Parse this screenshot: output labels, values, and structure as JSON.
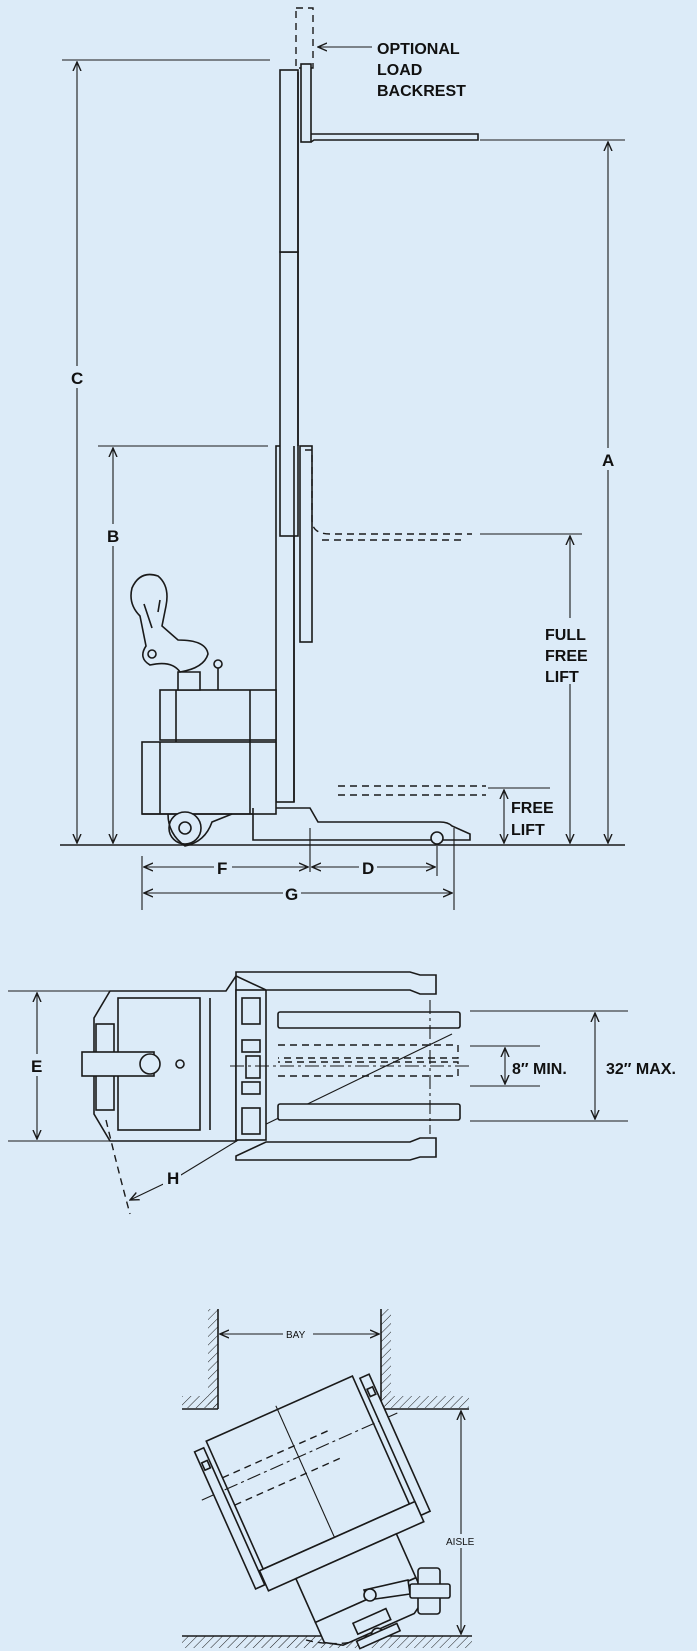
{
  "side_view": {
    "optional_backrest_label": [
      "OPTIONAL",
      "LOAD",
      "BACKREST"
    ],
    "dim_a": "A",
    "dim_b": "B",
    "dim_c": "C",
    "dim_d": "D",
    "dim_f": "F",
    "dim_g": "G",
    "full_free_lift_label": [
      "FULL",
      "FREE",
      "LIFT"
    ],
    "free_lift_label": [
      "FREE",
      "LIFT"
    ]
  },
  "top_view": {
    "dim_e": "E",
    "dim_h": "H",
    "min_spread": "8″ MIN.",
    "max_spread": "32″ MAX."
  },
  "aisle_view": {
    "bay_label": "BAY",
    "aisle_label": "AISLE"
  }
}
